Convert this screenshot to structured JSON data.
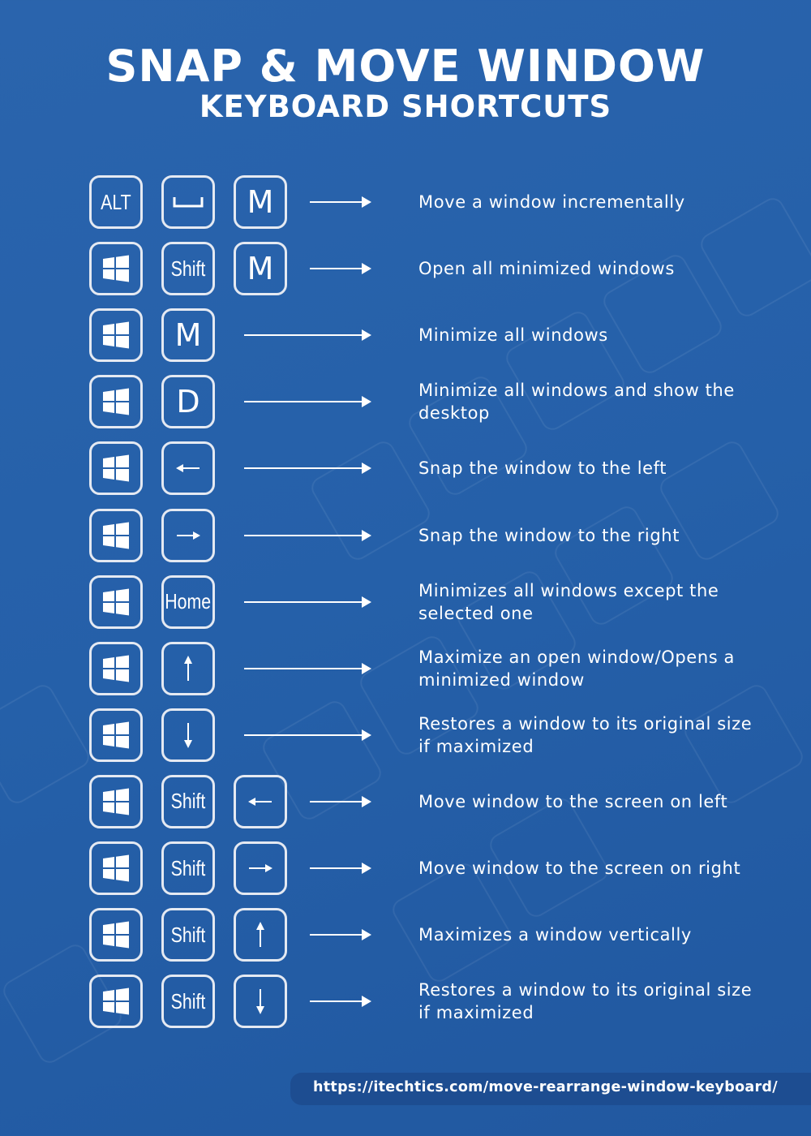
{
  "header": {
    "title": "SNAP & MOVE WINDOW",
    "subtitle": "KEYBOARD SHORTCUTS"
  },
  "colors": {
    "background": "#2560a9",
    "url_bar": "#1d4d91",
    "foreground": "#ffffff"
  },
  "shortcuts": [
    {
      "keys": [
        {
          "type": "text",
          "label": "ALT"
        },
        {
          "type": "icon",
          "icon": "space-bar-icon"
        },
        {
          "type": "big",
          "label": "M"
        }
      ],
      "description": "Move a window incrementally"
    },
    {
      "keys": [
        {
          "type": "icon",
          "icon": "windows-logo-icon"
        },
        {
          "type": "text",
          "label": "Shift"
        },
        {
          "type": "big",
          "label": "M"
        }
      ],
      "description": "Open all minimized windows"
    },
    {
      "keys": [
        {
          "type": "icon",
          "icon": "windows-logo-icon"
        },
        {
          "type": "big",
          "label": "M"
        }
      ],
      "description": "Minimize all windows"
    },
    {
      "keys": [
        {
          "type": "icon",
          "icon": "windows-logo-icon"
        },
        {
          "type": "big",
          "label": "D"
        }
      ],
      "description": "Minimize all windows and show the desktop"
    },
    {
      "keys": [
        {
          "type": "icon",
          "icon": "windows-logo-icon"
        },
        {
          "type": "icon",
          "icon": "arrow-left-icon"
        }
      ],
      "description": "Snap the window to the left"
    },
    {
      "keys": [
        {
          "type": "icon",
          "icon": "windows-logo-icon"
        },
        {
          "type": "icon",
          "icon": "arrow-right-icon"
        }
      ],
      "description": "Snap the window to the right"
    },
    {
      "keys": [
        {
          "type": "icon",
          "icon": "windows-logo-icon"
        },
        {
          "type": "text",
          "label": "Home"
        }
      ],
      "description": "Minimizes all windows except the selected one"
    },
    {
      "keys": [
        {
          "type": "icon",
          "icon": "windows-logo-icon"
        },
        {
          "type": "icon",
          "icon": "arrow-up-icon"
        }
      ],
      "description": "Maximize an open window/Opens a minimized window"
    },
    {
      "keys": [
        {
          "type": "icon",
          "icon": "windows-logo-icon"
        },
        {
          "type": "icon",
          "icon": "arrow-down-icon"
        }
      ],
      "description": "Restores a window to its original size if maximized"
    },
    {
      "keys": [
        {
          "type": "icon",
          "icon": "windows-logo-icon"
        },
        {
          "type": "text",
          "label": "Shift"
        },
        {
          "type": "icon",
          "icon": "arrow-left-icon"
        }
      ],
      "description": "Move window to the screen on left"
    },
    {
      "keys": [
        {
          "type": "icon",
          "icon": "windows-logo-icon"
        },
        {
          "type": "text",
          "label": "Shift"
        },
        {
          "type": "icon",
          "icon": "arrow-right-icon"
        }
      ],
      "description": "Move window to the screen on right"
    },
    {
      "keys": [
        {
          "type": "icon",
          "icon": "windows-logo-icon"
        },
        {
          "type": "text",
          "label": "Shift"
        },
        {
          "type": "icon",
          "icon": "arrow-up-icon"
        }
      ],
      "description": "Maximizes a window vertically"
    },
    {
      "keys": [
        {
          "type": "icon",
          "icon": "windows-logo-icon"
        },
        {
          "type": "text",
          "label": "Shift"
        },
        {
          "type": "icon",
          "icon": "arrow-down-icon"
        }
      ],
      "description": "Restores a window to its original size if maximized"
    }
  ],
  "footer": {
    "url": "https://itechtics.com/move-rearrange-window-keyboard/"
  }
}
